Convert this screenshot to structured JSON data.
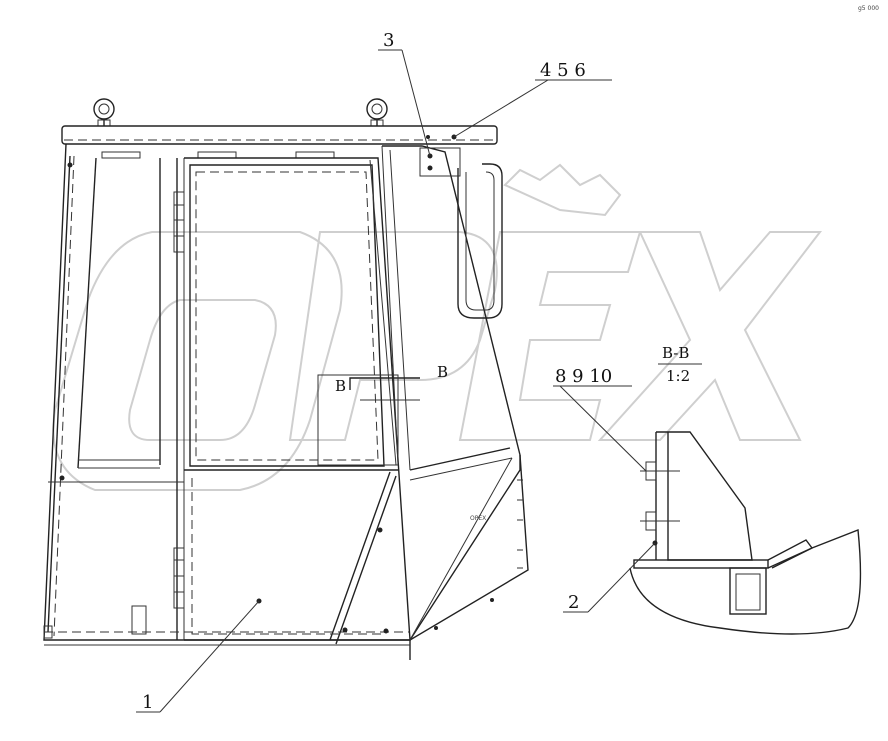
{
  "header_mark": "g5 000",
  "watermark": "OPEX",
  "callouts": {
    "c1": "1",
    "c2": "2",
    "c3": "3",
    "c4": "4 5 6",
    "c5": "8 9 10"
  },
  "section": {
    "title": "B-B",
    "scale": "1:2",
    "mark_left": "B",
    "mark_right": "B"
  }
}
